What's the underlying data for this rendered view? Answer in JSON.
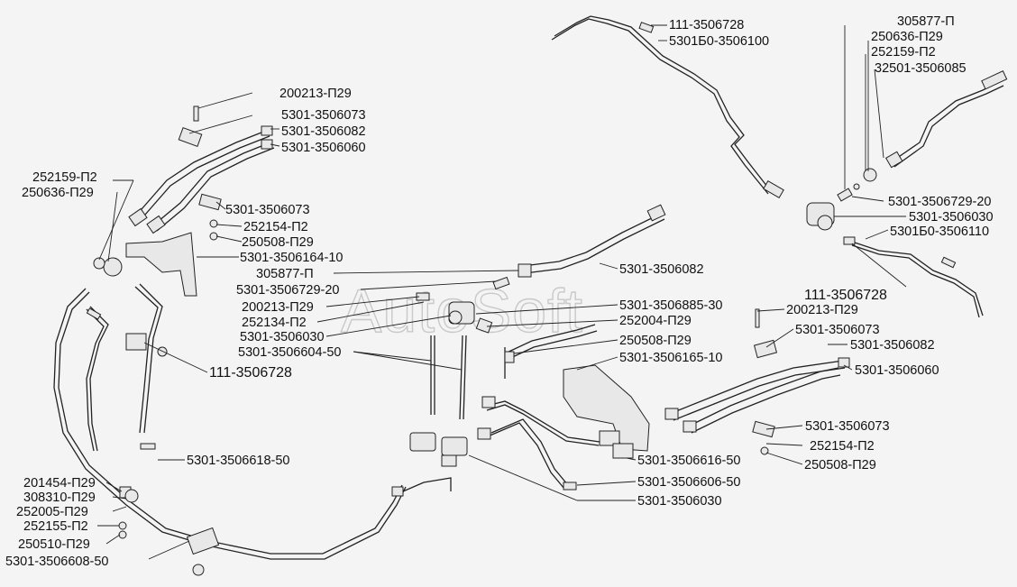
{
  "watermark": "AutoSoft",
  "labels": [
    "111-3506728",
    "5301Б0-3506100",
    "305877-П",
    "250636-П29",
    "252159-П2",
    "32501-3506085",
    "200213-П29",
    "5301-3506073",
    "5301-3506082",
    "5301-3506060",
    "252159-П2",
    "250636-П29",
    "5301-3506073",
    "252154-П2",
    "250508-П29",
    "5301-3506164-10",
    "305877-П",
    "5301-3506729-20",
    "200213-П29",
    "252134-П2",
    "5301-3506030",
    "5301-3506604-50",
    "5301-3506082",
    "5301-3506885-30",
    "252004-П29",
    "250508-П29",
    "5301-3506165-10",
    "5301-3506729-20",
    "5301-3506030",
    "5301Б0-3506110",
    "111-3506728",
    "200213-П29",
    "5301-3506073",
    "5301-3506082",
    "5301-3506060",
    "111-3506728",
    "5301-3506618-50",
    "5301-3506073",
    "252154-П2",
    "250508-П29",
    "5301-3506616-50",
    "5301-3506606-50",
    "5301-3506030",
    "201454-П29",
    "308310-П29",
    "252005-П29",
    "252155-П2",
    "250510-П29",
    "5301-3506608-50"
  ]
}
